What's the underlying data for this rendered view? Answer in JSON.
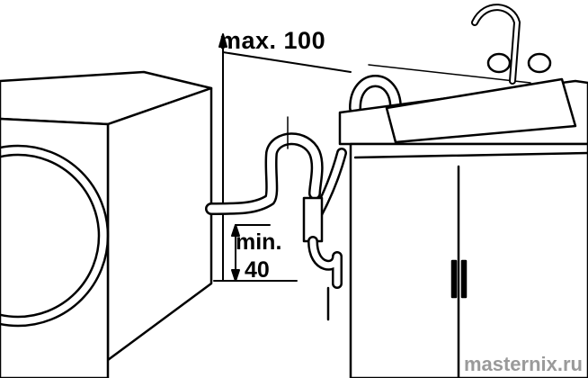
{
  "labels": {
    "max": "max. 100",
    "min_line1": "min.",
    "min_line2": "40"
  },
  "watermark": "masternix.ru"
}
